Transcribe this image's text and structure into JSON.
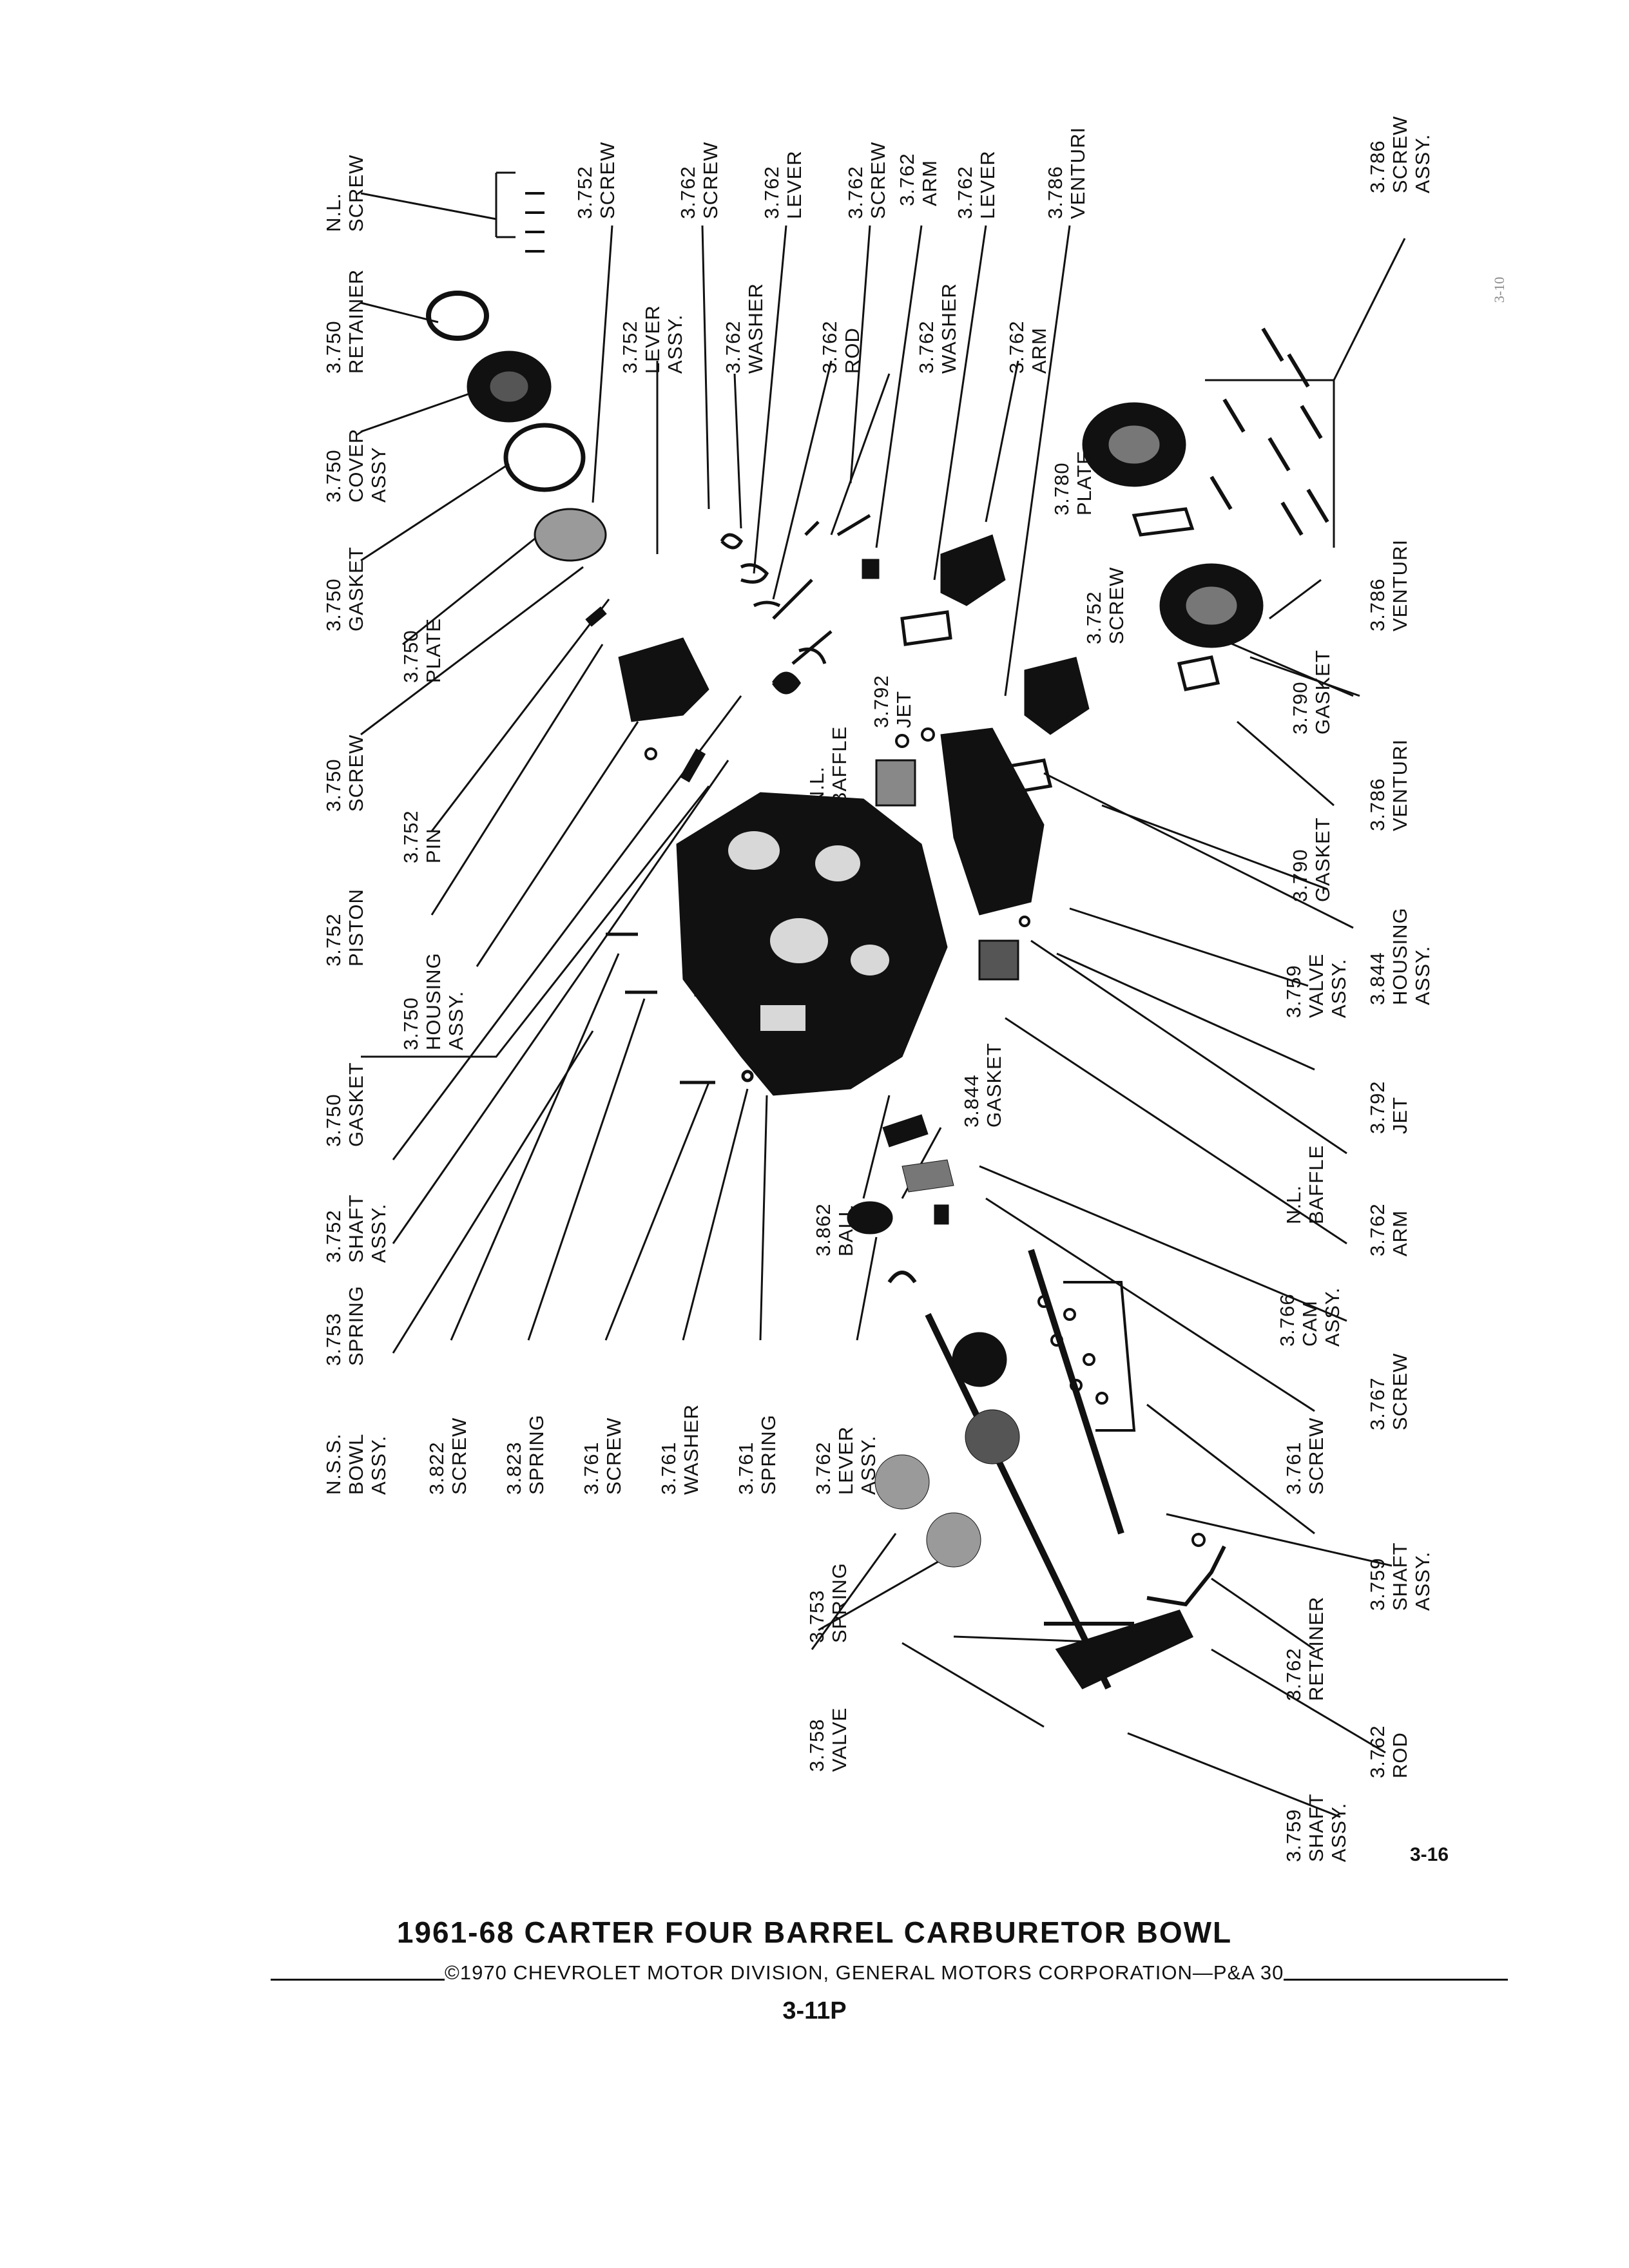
{
  "document": {
    "title": "1961-68 CARTER FOUR BARREL CARBURETOR BOWL",
    "copyright": "©1970 CHEVROLET MOTOR DIVISION, GENERAL MOTORS CORPORATION—P&A 30",
    "sheet": "3-11P",
    "figure": "3-16",
    "margin_mark": "3-10"
  },
  "callouts": [
    {
      "id": "nl-screw-top",
      "lines": [
        "N.L.",
        "SCREW"
      ]
    },
    {
      "id": "retainer-3750",
      "lines": [
        "3.750",
        "RETAINER"
      ]
    },
    {
      "id": "cover-3750",
      "lines": [
        "3.750",
        "COVER",
        "ASSY"
      ]
    },
    {
      "id": "gasket-3750-a",
      "lines": [
        "3.750",
        "GASKET"
      ]
    },
    {
      "id": "plate-3750",
      "lines": [
        "3.750",
        "PLATE"
      ]
    },
    {
      "id": "screw-3750",
      "lines": [
        "3.750",
        "SCREW"
      ]
    },
    {
      "id": "pin-3752",
      "lines": [
        "3.752",
        "PIN"
      ]
    },
    {
      "id": "piston-3752",
      "lines": [
        "3.752",
        "PISTON"
      ]
    },
    {
      "id": "housing-3750",
      "lines": [
        "3.750",
        "HOUSING",
        "ASSY."
      ]
    },
    {
      "id": "gasket-3750-b",
      "lines": [
        "3.750",
        "GASKET"
      ]
    },
    {
      "id": "shaft-3752",
      "lines": [
        "3.752",
        "SHAFT",
        "ASSY."
      ]
    },
    {
      "id": "spring-3753-a",
      "lines": [
        "3.753",
        "SPRING"
      ]
    },
    {
      "id": "bowl-nss",
      "lines": [
        "N.S.S.",
        "BOWL",
        "ASSY."
      ]
    },
    {
      "id": "screw-3822",
      "lines": [
        "3.822",
        "SCREW"
      ]
    },
    {
      "id": "spring-3823",
      "lines": [
        "3.823",
        "SPRING"
      ]
    },
    {
      "id": "screw-3761-a",
      "lines": [
        "3.761",
        "SCREW"
      ]
    },
    {
      "id": "washer-3761",
      "lines": [
        "3.761",
        "WASHER"
      ]
    },
    {
      "id": "spring-3761",
      "lines": [
        "3.761",
        "SPRING"
      ]
    },
    {
      "id": "lever-3762-c",
      "lines": [
        "3.762",
        "LEVER",
        "ASSY."
      ]
    },
    {
      "id": "spring-3753-b",
      "lines": [
        "3.753",
        "SPRING"
      ]
    },
    {
      "id": "valve-3758",
      "lines": [
        "3.758",
        "VALVE"
      ]
    },
    {
      "id": "ball-3862",
      "lines": [
        "3.862",
        "BALL"
      ]
    },
    {
      "id": "screw-3752-top",
      "lines": [
        "3.752",
        "SCREW"
      ]
    },
    {
      "id": "lever-3752",
      "lines": [
        "3.752",
        "LEVER",
        "ASSY."
      ]
    },
    {
      "id": "screw-3762-top",
      "lines": [
        "3.762",
        "SCREW"
      ]
    },
    {
      "id": "washer-3762-a",
      "lines": [
        "3.762",
        "WASHER"
      ]
    },
    {
      "id": "lever-3762-a",
      "lines": [
        "3.762",
        "LEVER"
      ]
    },
    {
      "id": "rod-3762-top",
      "lines": [
        "3.762",
        "ROD"
      ]
    },
    {
      "id": "screw-3762-b",
      "lines": [
        "3.762",
        "SCREW"
      ]
    },
    {
      "id": "washer-3762-b",
      "lines": [
        "3.762",
        "WASHER"
      ]
    },
    {
      "id": "arm-3762-a",
      "lines": [
        "3.762",
        "ARM"
      ]
    },
    {
      "id": "lever-3762-b",
      "lines": [
        "3.762",
        "LEVER"
      ]
    },
    {
      "id": "arm-3762-b",
      "lines": [
        "3.762",
        "ARM"
      ]
    },
    {
      "id": "venturi-3786-top",
      "lines": [
        "3.786",
        "VENTURI"
      ]
    },
    {
      "id": "baffle-nl-a",
      "lines": [
        "N.L.",
        "BAFFLE"
      ]
    },
    {
      "id": "jet-3792-a",
      "lines": [
        "3.792",
        "JET"
      ]
    },
    {
      "id": "plate-3780",
      "lines": [
        "3.780",
        "PLATE"
      ]
    },
    {
      "id": "screw-3752-mid",
      "lines": [
        "3.752",
        "SCREW"
      ]
    },
    {
      "id": "gasket-3844",
      "lines": [
        "3.844",
        "GASKET"
      ]
    },
    {
      "id": "screw-3786",
      "lines": [
        "3.786",
        "SCREW",
        "ASSY."
      ]
    },
    {
      "id": "venturi-3786-a",
      "lines": [
        "3.786",
        "VENTURI"
      ]
    },
    {
      "id": "gasket-3790-a",
      "lines": [
        "3.790",
        "GASKET"
      ]
    },
    {
      "id": "venturi-3786-b",
      "lines": [
        "3.786",
        "VENTURI"
      ]
    },
    {
      "id": "gasket-3790-b",
      "lines": [
        "3.790",
        "GASKET"
      ]
    },
    {
      "id": "housing-3844",
      "lines": [
        "3.844",
        "HOUSING",
        "ASSY."
      ]
    },
    {
      "id": "valve-3759",
      "lines": [
        "3.759",
        "VALVE",
        "ASSY."
      ]
    },
    {
      "id": "jet-3792-b",
      "lines": [
        "3.792",
        "JET"
      ]
    },
    {
      "id": "baffle-nl-b",
      "lines": [
        "N.L.",
        "BAFFLE"
      ]
    },
    {
      "id": "arm-3762-c",
      "lines": [
        "3.762",
        "ARM"
      ]
    },
    {
      "id": "cam-3766",
      "lines": [
        "3.766",
        "CAM",
        "ASSY."
      ]
    },
    {
      "id": "screw-3767",
      "lines": [
        "3.767",
        "SCREW"
      ]
    },
    {
      "id": "screw-3761-b",
      "lines": [
        "3.761",
        "SCREW"
      ]
    },
    {
      "id": "shaft-3759-a",
      "lines": [
        "3.759",
        "SHAFT",
        "ASSY."
      ]
    },
    {
      "id": "retainer-3762",
      "lines": [
        "3.762",
        "RETAINER"
      ]
    },
    {
      "id": "rod-3762-bottom",
      "lines": [
        "3.762",
        "ROD"
      ]
    },
    {
      "id": "shaft-3759-b",
      "lines": [
        "3.759",
        "SHAFT",
        "ASSY."
      ]
    }
  ]
}
